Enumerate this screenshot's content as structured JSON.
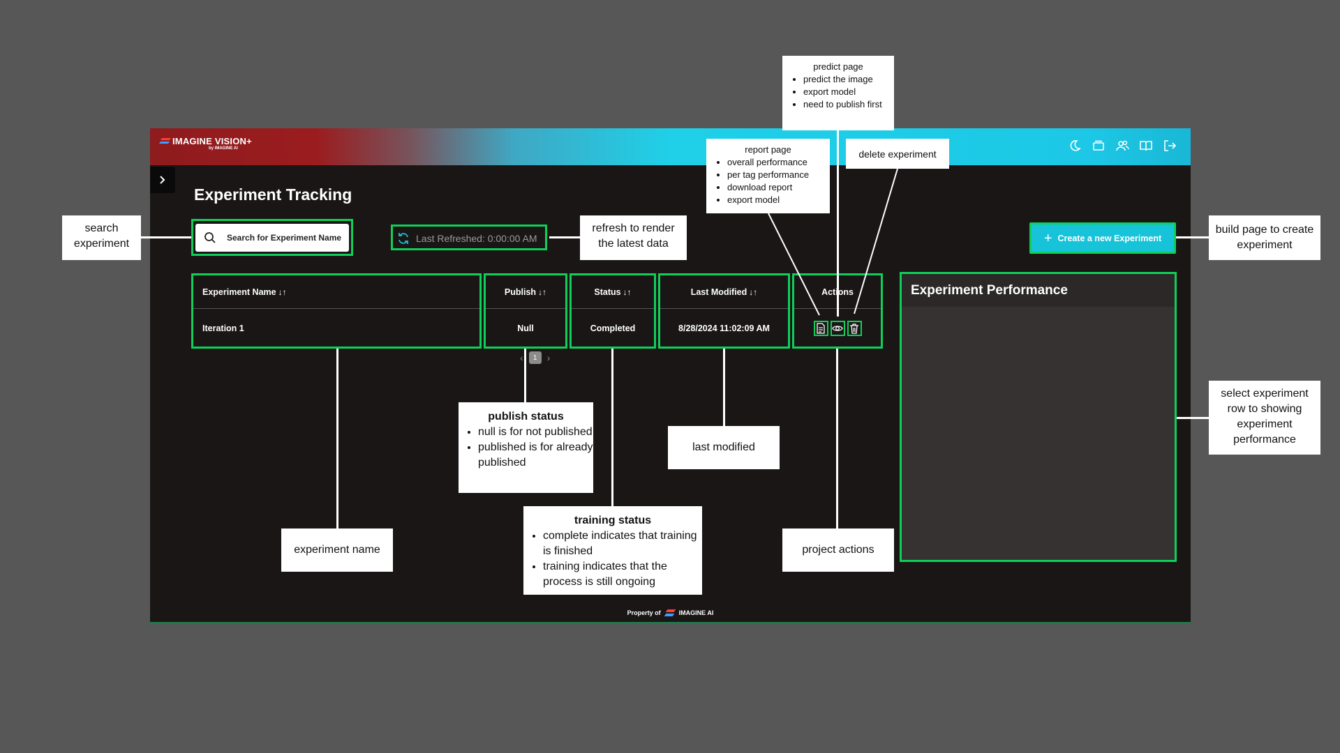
{
  "app": {
    "logo_text": "IMAGINE VISION+",
    "logo_sub": "by IMAGINE AI",
    "page_title": "Experiment Tracking",
    "top_icons": [
      "moon-icon",
      "layers-icon",
      "users-icon",
      "book-icon",
      "logout-icon"
    ],
    "search": {
      "placeholder": "Search for Experiment Name"
    },
    "refresh": {
      "label": "Last Refreshed: 0:00:00 AM"
    },
    "create_button": {
      "label": "Create a new Experiment"
    },
    "table": {
      "headers": {
        "name": "Experiment Name",
        "publish": "Publish",
        "status": "Status",
        "modified": "Last Modified",
        "actions": "Actions"
      },
      "sort_glyph": "↓↑",
      "rows": [
        {
          "name": "Iteration 1",
          "publish": "Null",
          "status": "Completed",
          "modified": "8/28/2024 11:02:09 AM"
        }
      ]
    },
    "pagination": {
      "current": "1"
    },
    "performance_title": "Experiment Performance",
    "footer": {
      "prefix": "Property of",
      "brand": "IMAGINE AI"
    }
  },
  "annotations": {
    "search": "search experiment",
    "refresh": "refresh to render the latest data",
    "build": "build page to create experiment",
    "report": {
      "title": "report page",
      "items": [
        "overall performance",
        "per tag performance",
        "download report",
        "export model"
      ]
    },
    "predict": {
      "title": "predict page",
      "items": [
        "predict the image",
        "export model",
        "need to publish first"
      ]
    },
    "delete": "delete experiment",
    "publish": {
      "title": "publish status",
      "items": [
        "null is for not published",
        "published is for already published"
      ]
    },
    "last_modified": "last modified",
    "training": {
      "title": "training status",
      "items": [
        "complete indicates that training is finished",
        "training indicates that the process is still ongoing"
      ]
    },
    "experiment_name": "experiment name",
    "project_actions": "project actions",
    "select_row": "select experiment row to showing experiment performance"
  },
  "colors": {
    "highlight": "#0fcf5a",
    "accent": "#16c3d9",
    "brand_red": "#9b1c1f",
    "background": "#575757",
    "app_background": "#1a1616"
  }
}
